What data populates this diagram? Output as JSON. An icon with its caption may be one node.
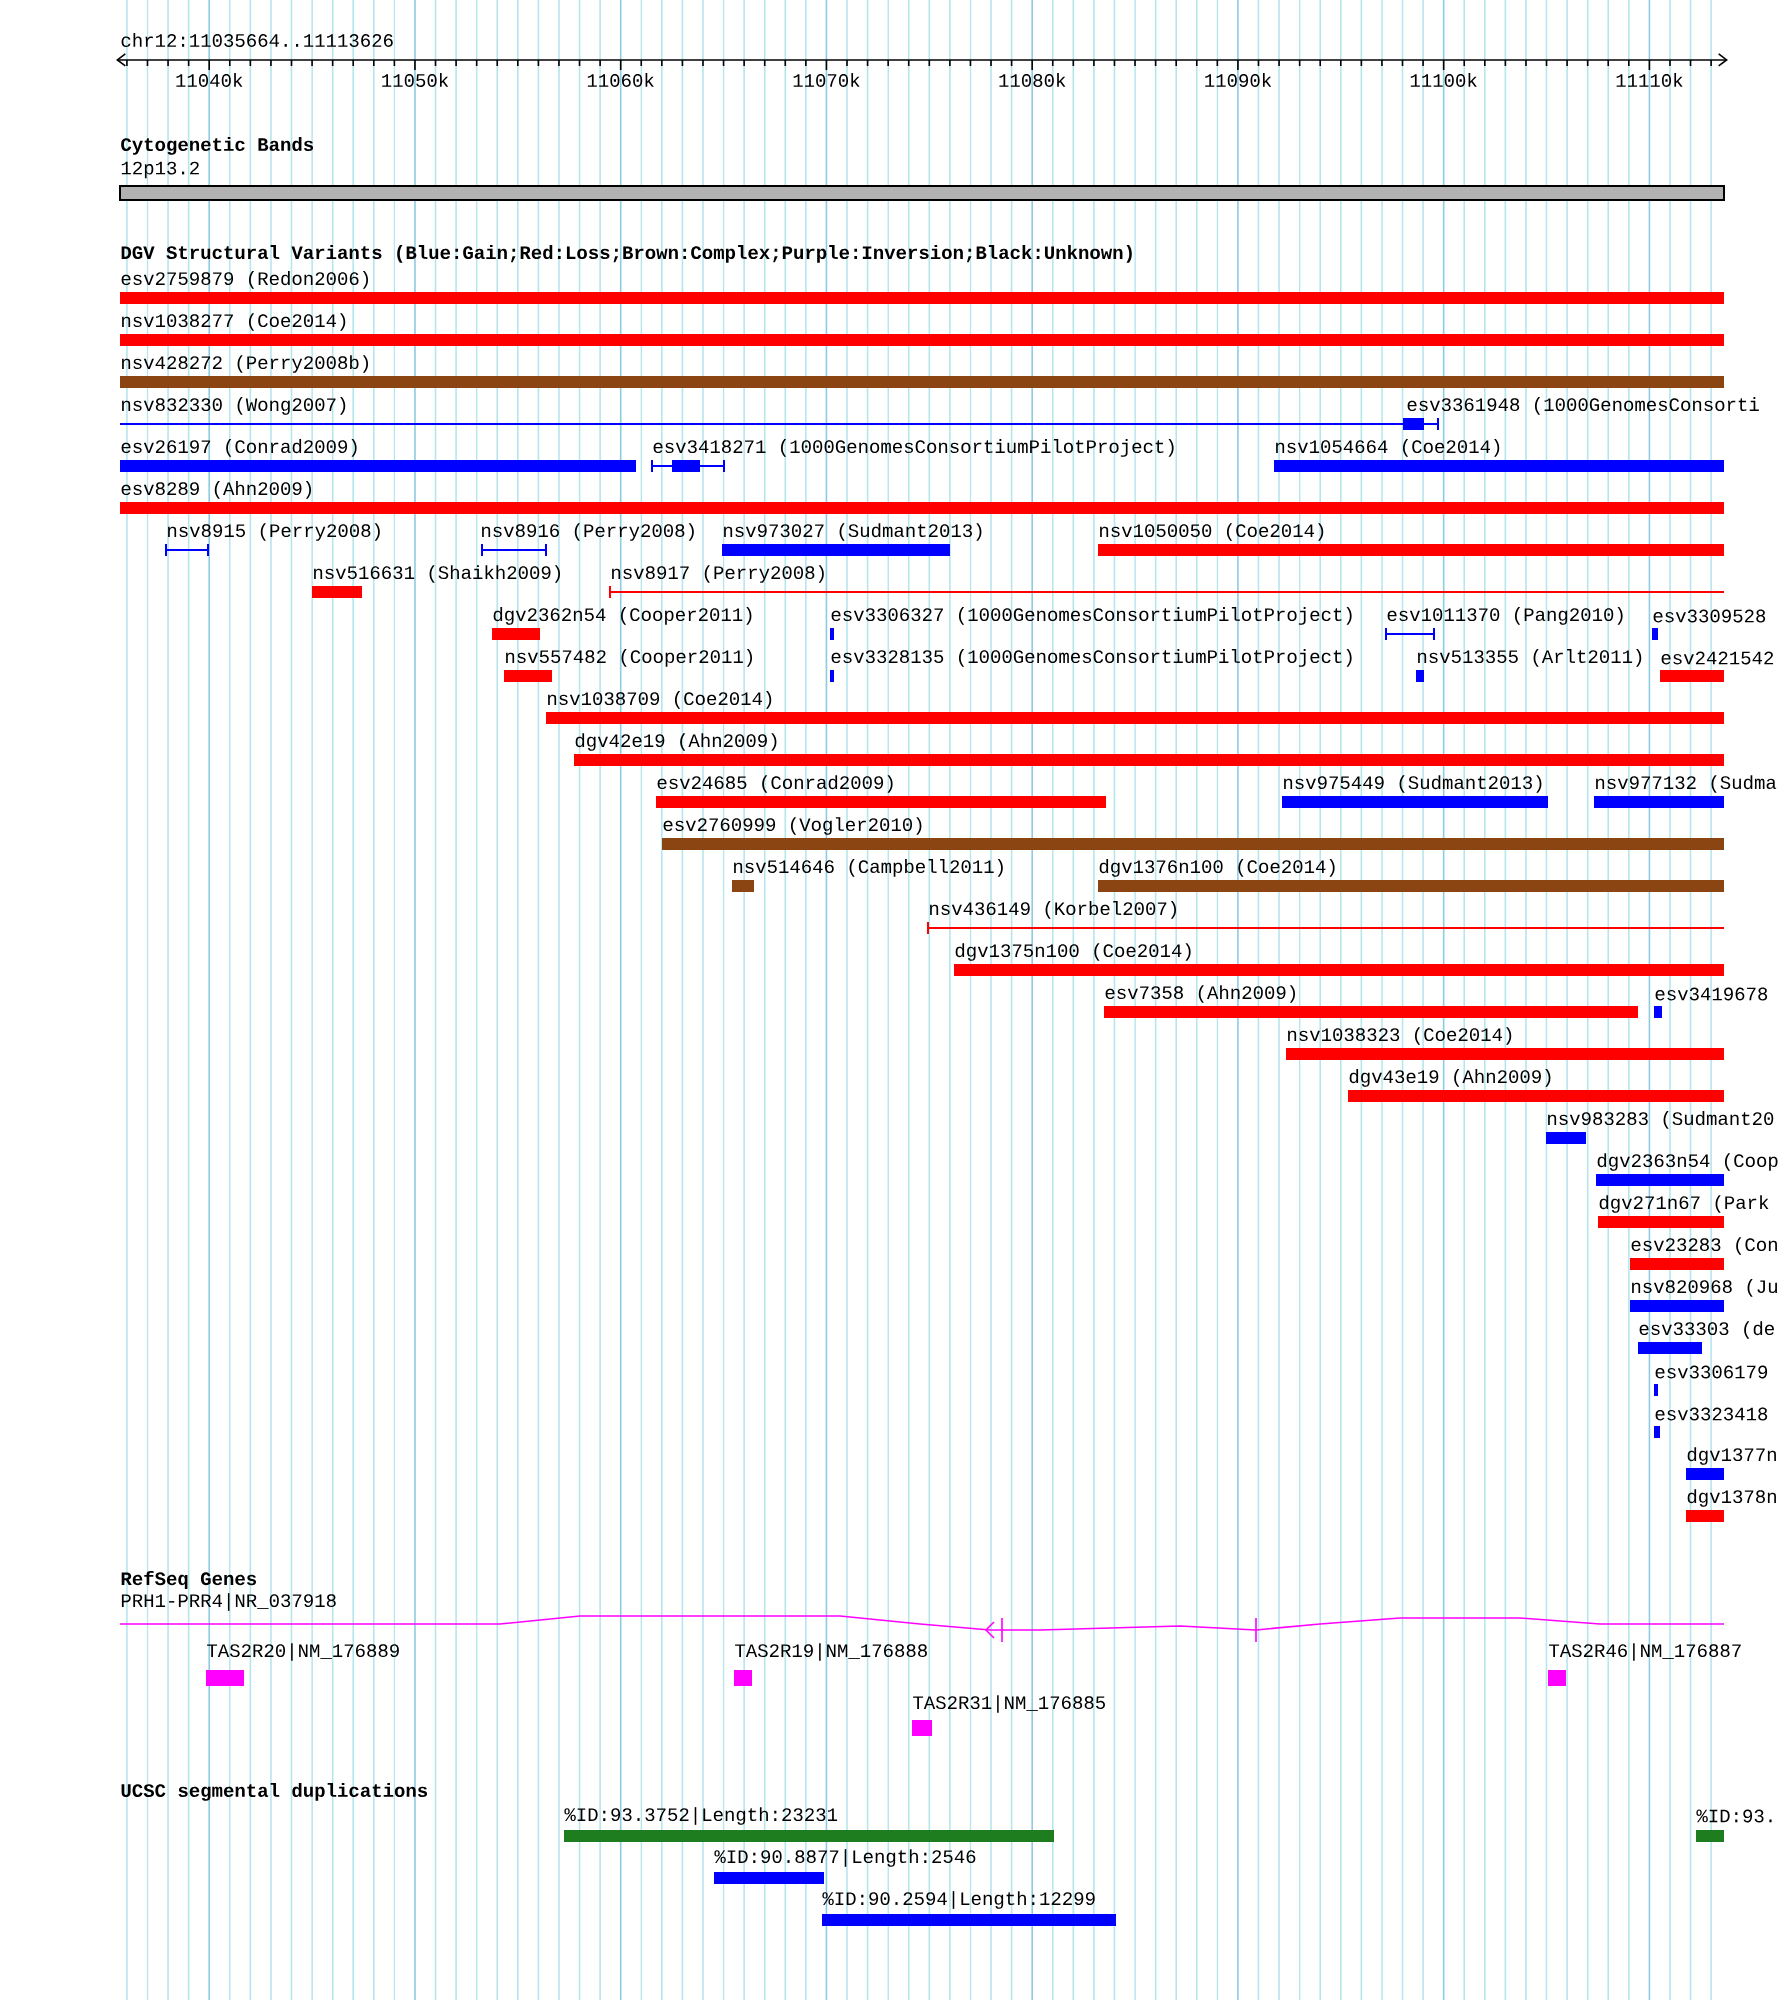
{
  "diagram": {
    "labels": [
      "chr12:11035664..11113626",
      "11040k",
      "11050k",
      "11060k",
      "11070k",
      "11080k",
      "11090k",
      "11100k",
      "11110k",
      "Cytogenetic Bands",
      "12p13.2",
      "DGV Structural Variants (Blue:Gain;Red:Loss;Brown:Complex;Purple:Inversion;Black:Unknown)",
      "esv2759879 (Redon2006)",
      "nsv1038277 (Coe2014)",
      "nsv428272 (Perry2008b)",
      "nsv832330 (Wong2007)",
      "esv3361948 (1000GenomesConsorti",
      "esv26197 (Conrad2009)",
      "esv3418271 (1000GenomesConsortiumPilotProject)",
      "nsv1054664 (Coe2014)",
      "esv8289 (Ahn2009)",
      "nsv8915 (Perry2008)",
      "nsv8916 (Perry2008)",
      "nsv973027 (Sudmant2013)",
      "nsv1050050 (Coe2014)",
      "nsv516631 (Shaikh2009)",
      "nsv8917 (Perry2008)",
      "dgv2362n54 (Cooper2011)",
      "esv3306327 (1000GenomesConsortiumPilotProject)",
      "esv1011370 (Pang2010)",
      "esv3309528",
      "nsv557482 (Cooper2011)",
      "esv3328135 (1000GenomesConsortiumPilotProject)",
      "nsv513355 (Arlt2011)",
      "esv2421542",
      "nsv1038709 (Coe2014)",
      "dgv42e19 (Ahn2009)",
      "esv24685 (Conrad2009)",
      "nsv975449 (Sudmant2013)",
      "nsv977132 (Sudma",
      "esv2760999 (Vogler2010)",
      "nsv514646 (Campbell2011)",
      "dgv1376n100 (Coe2014)",
      "nsv436149 (Korbel2007)",
      "dgv1375n100 (Coe2014)",
      "esv7358 (Ahn2009)",
      "esv3419678",
      "nsv1038323 (Coe2014)",
      "dgv43e19 (Ahn2009)",
      "nsv983283 (Sudmant20",
      "dgv2363n54 (Coop",
      "dgv271n67 (Park",
      "esv23283 (Con",
      "nsv820968 (Ju",
      "esv33303 (de",
      "esv3306179",
      "esv3323418",
      "dgv1377n",
      "dgv1378n",
      "RefSeq Genes",
      "PRH1-PRR4|NR_037918",
      "TAS2R20|NM_176889",
      "TAS2R19|NM_176888",
      "TAS2R46|NM_176887",
      "TAS2R31|NM_176885",
      "UCSC segmental duplications",
      "%ID:93.3752|Length:23231",
      "%ID:93.",
      "%ID:90.8877|Length:2546",
      "%ID:90.2594|Length:12299"
    ]
  }
}
